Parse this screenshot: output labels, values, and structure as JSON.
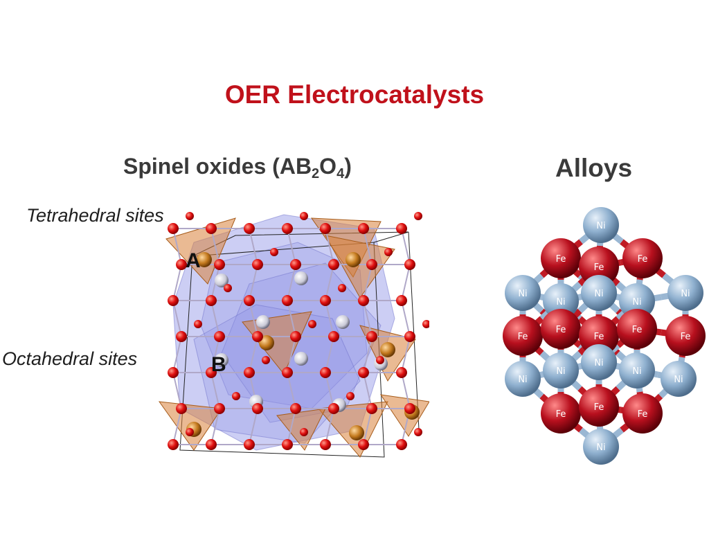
{
  "title": "OER Electrocatalysts",
  "spinel": {
    "heading_main": "Spinel oxides (AB",
    "heading_sub1": "2",
    "heading_mid": "O",
    "heading_sub2": "4",
    "heading_end": ")",
    "tetrahedral_label": "Tetrahedral sites",
    "octahedral_label": "Octahedral sites",
    "site_a": "A",
    "site_b": "B"
  },
  "alloys": {
    "heading": "Alloys",
    "atom_labels": {
      "nickel": "Ni",
      "iron": "Fe"
    }
  },
  "colors": {
    "title": "#c0111b",
    "oxygen": "#e01010",
    "tetrahedral": "#d9823a",
    "octahedral": "#8f92e6",
    "nickel": "#8fb0cf",
    "iron": "#b8101e"
  }
}
